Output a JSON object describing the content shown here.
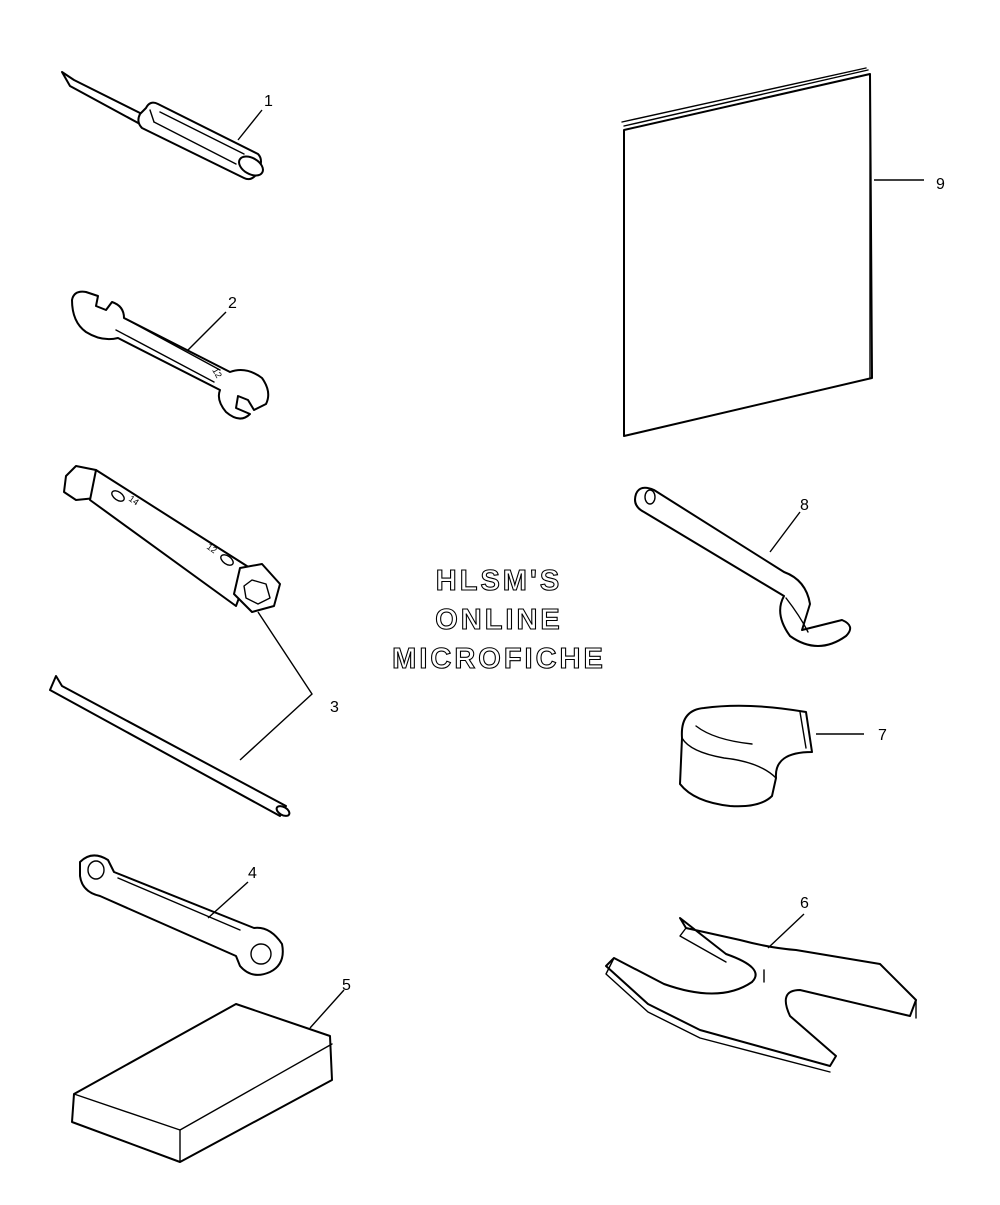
{
  "watermark": {
    "lines": [
      "HLSM'S",
      "ONLINE",
      "MICROFICHE"
    ]
  },
  "callouts": {
    "c1": "1",
    "c2": "2",
    "c3": "3",
    "c4": "4",
    "c5": "5",
    "c6": "6",
    "c7": "7",
    "c8": "8",
    "c9": "9"
  },
  "stamps": {
    "wrench_size": "12",
    "box_size_a": "14",
    "box_size_b": "12"
  },
  "colors": {
    "line": "#000000",
    "background": "#ffffff"
  }
}
